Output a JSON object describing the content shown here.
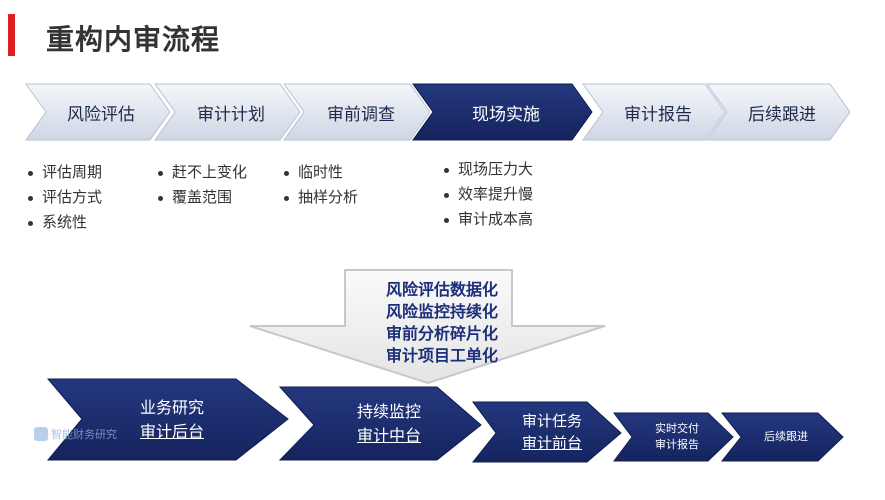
{
  "title": "重构内审流程",
  "colors": {
    "accent_red": "#e02020",
    "navy": "#1a2a6c",
    "light_chevron": "#dfe5ef",
    "text_dark": "#333333"
  },
  "top_flow": [
    {
      "label": "风险评估",
      "active": false
    },
    {
      "label": "审计计划",
      "active": false
    },
    {
      "label": "审前调查",
      "active": false
    },
    {
      "label": "现场实施",
      "active": true
    },
    {
      "label": "审计报告",
      "active": false
    },
    {
      "label": "后续跟进",
      "active": false
    }
  ],
  "issues": {
    "risk": [
      "评估周期",
      "评估方式",
      "系统性"
    ],
    "plan": [
      "赶不上变化",
      "覆盖范围"
    ],
    "survey": [
      "临时性",
      "抽样分析"
    ],
    "field": [
      "现场压力大",
      "效率提升慢",
      "审计成本高"
    ]
  },
  "transform": [
    "风险评估数据化",
    "风险监控持续化",
    "审前分析碎片化",
    "审计项目工单化"
  ],
  "bottom_flow": [
    {
      "line1": "业务研究",
      "line2": "审计后台"
    },
    {
      "line1": "持续监控",
      "line2": "审计中台"
    },
    {
      "line1": "审计任务",
      "line2": "审计前台"
    },
    {
      "line1": "实时交付",
      "line2": "审计报告"
    },
    {
      "line1": "后续跟进"
    }
  ],
  "watermark": "智能财务研究"
}
